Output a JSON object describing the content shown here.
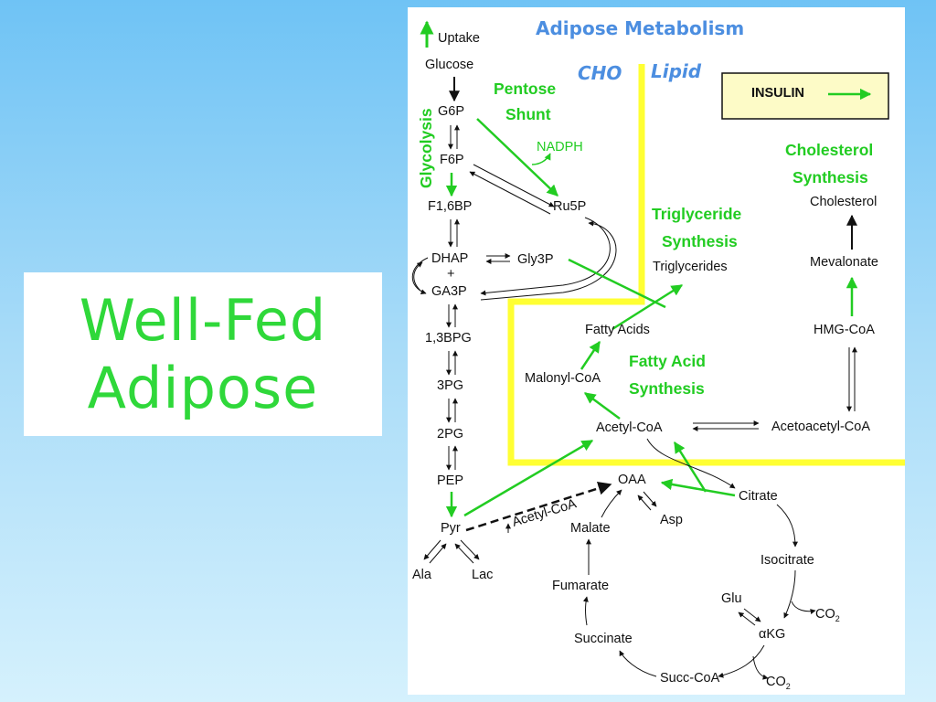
{
  "slide": {
    "title_line1": "Well-Fed",
    "title_line2": "Adipose"
  },
  "diagram": {
    "header": "Adipose Metabolism",
    "compartment_cho": "CHO",
    "compartment_lipid": "Lipid",
    "legend_uptake": "Uptake",
    "insulin_label": "INSULIN",
    "pathways": {
      "glycolysis": "Glycolysis",
      "pentose_1": "Pentose",
      "pentose_2": "Shunt",
      "triglyceride_1": "Triglyceride",
      "triglyceride_2": "Synthesis",
      "fatty_acid_1": "Fatty Acid",
      "fatty_acid_2": "Synthesis",
      "cholesterol_1": "Cholesterol",
      "cholesterol_2": "Synthesis"
    },
    "metabolites": {
      "glucose": "Glucose",
      "g6p": "G6P",
      "f6p": "F6P",
      "f16bp": "F1,6BP",
      "dhap": "DHAP",
      "plus": "+",
      "ga3p": "GA3P",
      "bpg13": "1,3BPG",
      "pg3": "3PG",
      "pg2": "2PG",
      "pep": "PEP",
      "pyr": "Pyr",
      "ala": "Ala",
      "lac": "Lac",
      "ru5p": "Ru5P",
      "nadph": "NADPH",
      "gly3p": "Gly3P",
      "triglycerides": "Triglycerides",
      "fatty_acids": "Fatty Acids",
      "malonyl_coa": "Malonyl-CoA",
      "acetyl_coa": "Acetyl-CoA",
      "acetoacetyl_coa": "Acetoacetyl-CoA",
      "hmg_coa": "HMG-CoA",
      "mevalonate": "Mevalonate",
      "cholesterol": "Cholesterol",
      "oaa": "OAA",
      "asp": "Asp",
      "citrate": "Citrate",
      "malate": "Malate",
      "isocitrate": "Isocitrate",
      "glu": "Glu",
      "akg": "αKG",
      "fumarate": "Fumarate",
      "succinate": "Succinate",
      "succ_coa": "Succ-CoA",
      "co2": "CO",
      "co2_sub": "2",
      "acetyl_coa_small": "Acetyl-CoA"
    },
    "colors": {
      "insulin_arrow": "#22cc22",
      "compartment_line": "#ffff33",
      "header_blue": "#4c8ee0"
    }
  }
}
